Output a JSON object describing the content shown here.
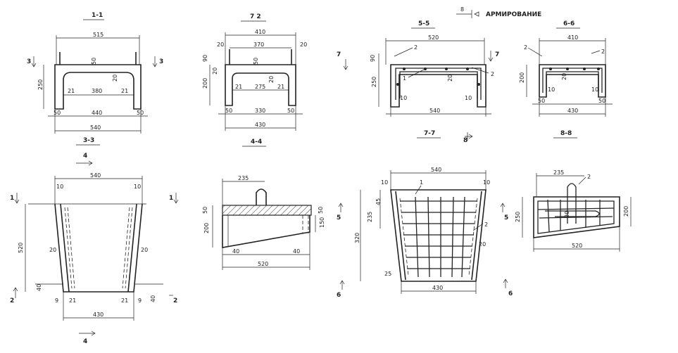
{
  "sheet_title": "АРМИРОВАНИЕ",
  "reinforcement_tag": "8",
  "views": {
    "s11": {
      "title": "1-1",
      "marks": [
        "3",
        "3"
      ],
      "dims": [
        "515",
        "50",
        "250",
        "20",
        "21",
        "380",
        "21",
        "50",
        "440",
        "50",
        "540"
      ]
    },
    "s22": {
      "title": "7 2",
      "marks": [],
      "dims": [
        "410",
        "20",
        "370",
        "20",
        "90",
        "20",
        "50",
        "200",
        "20",
        "21",
        "275",
        "21",
        "50",
        "330",
        "50",
        "430"
      ]
    },
    "s55": {
      "title": "5-5",
      "marks": [
        "7",
        "7"
      ],
      "dims": [
        "520",
        "90",
        "250",
        "20",
        "10",
        "10",
        "540"
      ],
      "callouts": [
        "2",
        "2",
        "1"
      ]
    },
    "s66": {
      "title": "6-6",
      "dims": [
        "410",
        "200",
        "20",
        "10",
        "10",
        "50",
        "50",
        "430"
      ],
      "callouts": [
        "2",
        "2"
      ]
    },
    "s33": {
      "title": "3-3",
      "marks": [
        "4",
        "4",
        "1",
        "1",
        "2",
        "2"
      ],
      "dims": [
        "540",
        "10",
        "10",
        "520",
        "20",
        "20",
        "40",
        "40",
        "9",
        "21",
        "21",
        "9",
        "430"
      ]
    },
    "s44": {
      "title": "4-4",
      "dims": [
        "235",
        "50",
        "50",
        "200",
        "150",
        "40",
        "40",
        "520"
      ]
    },
    "s77": {
      "title": "7-7",
      "marks": [
        "5",
        "5",
        "6",
        "6"
      ],
      "dims": [
        "540",
        "10",
        "10",
        "45",
        "235",
        "320",
        "25",
        "20",
        "430"
      ],
      "callouts": [
        "1",
        "2"
      ]
    },
    "s88": {
      "title": "8-8",
      "marks": [
        "8"
      ],
      "dims": [
        "235",
        "250",
        "20",
        "200",
        "520"
      ],
      "callouts": [
        "2"
      ]
    }
  }
}
